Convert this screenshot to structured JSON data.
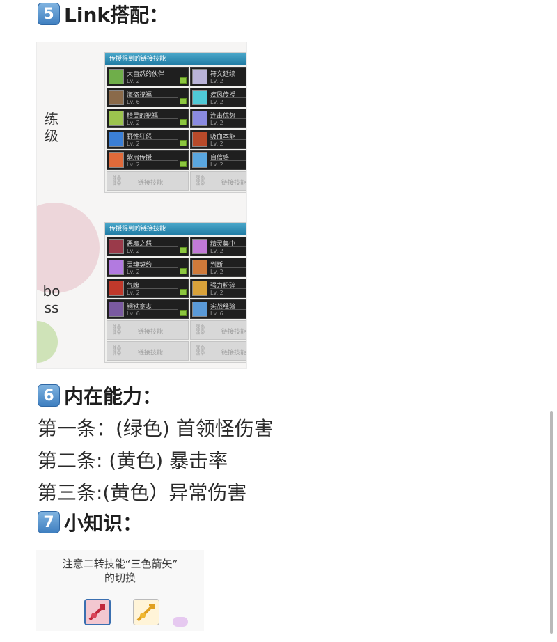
{
  "sections": [
    {
      "num": "5",
      "title": "Link搭配："
    },
    {
      "num": "6",
      "title": "内在能力："
    },
    {
      "num": "7",
      "title": "小知识："
    }
  ],
  "screenshot": {
    "side_labels": {
      "training": "练\n级",
      "boss": "bo\nss"
    },
    "panel_title": "传授得到的链接技能",
    "level_label_prefix": "Lv.",
    "empty_label": "链接技能",
    "training_panel": [
      {
        "name": "大自然的伙伴",
        "level": "Lv. 2",
        "icon_color": "#6fae4a"
      },
      {
        "name": "符文延续",
        "level": "Lv. 2",
        "icon_color": "#b9b3d8"
      },
      {
        "name": "海盗祝福",
        "level": "Lv. 6",
        "icon_color": "#8a6a4a"
      },
      {
        "name": "疾风传授",
        "level": "Lv. 2",
        "icon_color": "#4fc9d6"
      },
      {
        "name": "精灵的祝福",
        "level": "Lv. 2",
        "icon_color": "#9cc44e"
      },
      {
        "name": "连击优势",
        "level": "Lv. 2",
        "icon_color": "#8a8ae0"
      },
      {
        "name": "野性狂怒",
        "level": "Lv. 2",
        "icon_color": "#3b7fd6"
      },
      {
        "name": "吸血本能",
        "level": "Lv. 2",
        "icon_color": "#b84a2a"
      },
      {
        "name": "紫扇传授",
        "level": "Lv. 2",
        "icon_color": "#e06a3a"
      },
      {
        "name": "自信感",
        "level": "Lv. 2",
        "icon_color": "#5aa7e0"
      }
    ],
    "boss_panel": [
      {
        "name": "恶魔之怒",
        "level": "Lv. 2",
        "icon_color": "#9a3a4a"
      },
      {
        "name": "精灵集中",
        "level": "Lv. 2",
        "icon_color": "#c27ad8"
      },
      {
        "name": "灵魂契约",
        "level": "Lv. 2",
        "icon_color": "#b27ae0"
      },
      {
        "name": "判断",
        "level": "Lv. 2",
        "icon_color": "#d07a3a"
      },
      {
        "name": "气魄",
        "level": "Lv. 2",
        "icon_color": "#c0392b"
      },
      {
        "name": "强力粉碎",
        "level": "Lv. 2",
        "icon_color": "#d9a23a"
      },
      {
        "name": "钢铁意志",
        "level": "Lv. 6",
        "icon_color": "#7a5aa0"
      },
      {
        "name": "实战经验",
        "level": "Lv. 6",
        "icon_color": "#5a9ad8"
      }
    ]
  },
  "inner_ability": {
    "line1": "第一条：(绿色) 首领怪伤害",
    "line2": "第二条: (黄色) 暴击率",
    "line3": "第三条:(黄色）异常伤害"
  },
  "tip": {
    "line1": "注意二转技能“三色箭矢”",
    "line2": "的切换",
    "icons": [
      "red-arrow-skill",
      "yellow-arrow-skill"
    ]
  }
}
